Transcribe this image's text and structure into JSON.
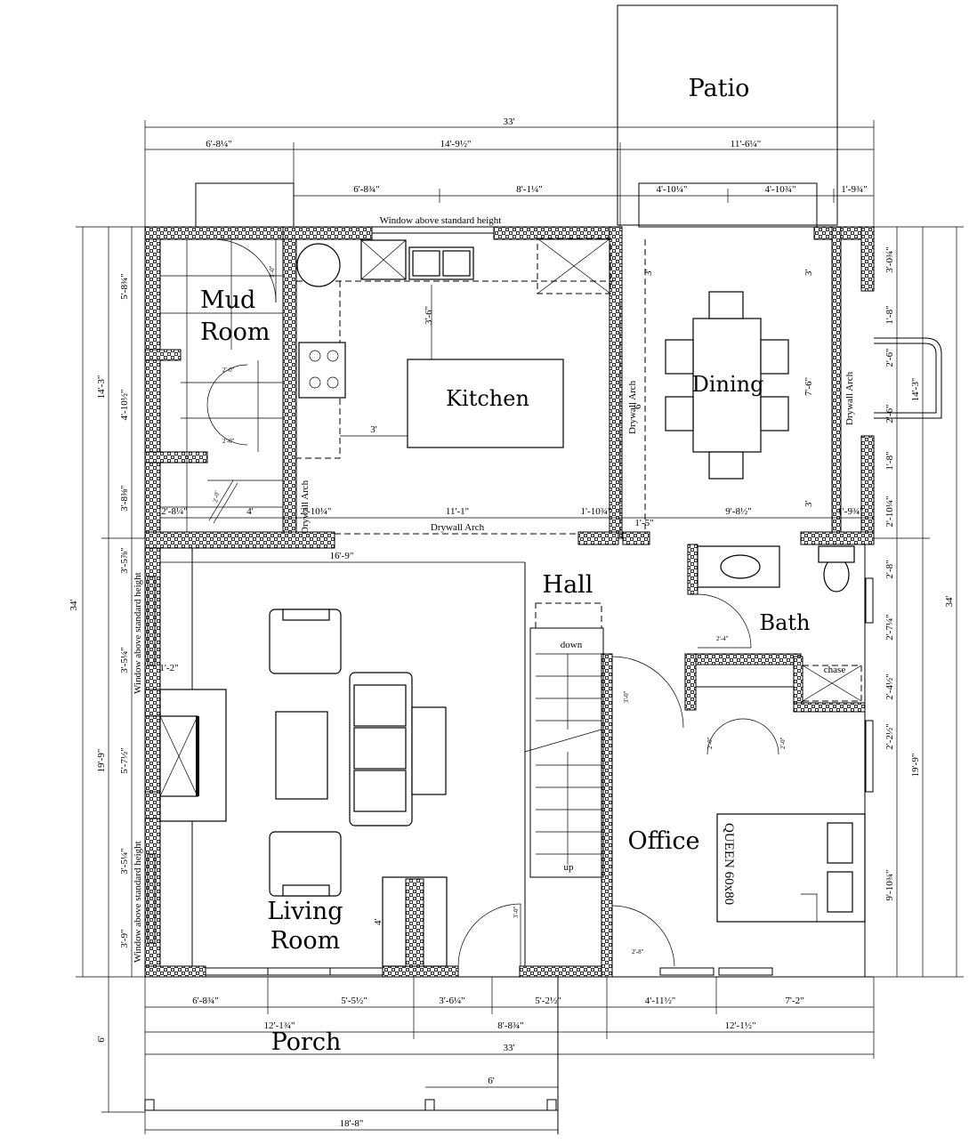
{
  "rooms": {
    "patio": "Patio",
    "mud": "Mud",
    "mud2": "Room",
    "kitchen": "Kitchen",
    "dining": "Dining",
    "hall": "Hall",
    "bath": "Bath",
    "office": "Office",
    "living": "Living",
    "living2": "Room",
    "porch": "Porch"
  },
  "labels": {
    "window_above": "Window above standard height",
    "drywall_arch": "Drywall Arch",
    "chase": "chase",
    "down": "down",
    "up": "up",
    "queen": "QUEEN  60x80"
  },
  "dims_top": {
    "overall": "33'",
    "a": "6'-8¼\"",
    "b": "14'-9½\"",
    "c": "11'-6¼\"",
    "d": "6'-8¾\"",
    "e": "8'-1¼\"",
    "f": "4'-10¼\"",
    "g": "4'-10¾\"",
    "h": "1'-9¾\""
  },
  "dims_inner": {
    "k1": "3'-6\"",
    "k2": "3'",
    "k3": "3'",
    "k4": "7'-6\"",
    "k5": "3'",
    "k6": "6'",
    "k7": "3'",
    "m1": "2'-8¼\"",
    "m2": "4'",
    "m3": "2'-10¼\"",
    "m4": "11'-1\"",
    "m5": "1'-10¾\"",
    "m6": "1'-5\"",
    "m7": "9'-8½\"",
    "m8": "1'-9¾\"",
    "l1": "16'-9\"",
    "l2": "1'-2\"",
    "l3": "4'",
    "b1": "2'-4\"",
    "door1": "2'-0\"",
    "door2": "2'-0\"",
    "door3": "2'-0\"",
    "door4": "3'-0\"",
    "door5": "3'-0\"",
    "door6": "2'-0\"",
    "door7": "2'-0\"",
    "door8": "2'-8\"",
    "door9": "3'-0\""
  },
  "dims_left": {
    "overall": "34'",
    "upper": "14'-3\"",
    "lower": "19'-9\"",
    "a": "5'-8¾\"",
    "b": "4'-10½\"",
    "c": "3'-8⅜\"",
    "d": "3'-5⅞\"",
    "e": "3'-5¼\"",
    "f": "5'-7½\"",
    "g": "3'-5¼\"",
    "h": "3'-9\"",
    "porch_depth": "6'"
  },
  "dims_right": {
    "overall": "34'",
    "upper": "14'-3\"",
    "lower": "19'-9\"",
    "a": "3'-0¾\"",
    "b": "1'-8\"",
    "c": "2'-6\"",
    "d": "2'-6\"",
    "e": "1'-8\"",
    "f": "2'-10¼\"",
    "g": "2'-8\"",
    "h": "2'-7¼\"",
    "i": "2'-4½\"",
    "j": "2'-2½\"",
    "k": "9'-10¾\""
  },
  "dims_bottom": {
    "a": "6'-8¾\"",
    "b": "5'-5½\"",
    "c": "3'-6¼\"",
    "d": "5'-2½\"",
    "e": "4'-11½\"",
    "f": "7'-2\"",
    "g": "12'-1¾\"",
    "h": "8'-8¾\"",
    "i": "12'-1½\"",
    "overall": "33'",
    "porch_w": "6'",
    "porch_total": "18'-8\""
  }
}
